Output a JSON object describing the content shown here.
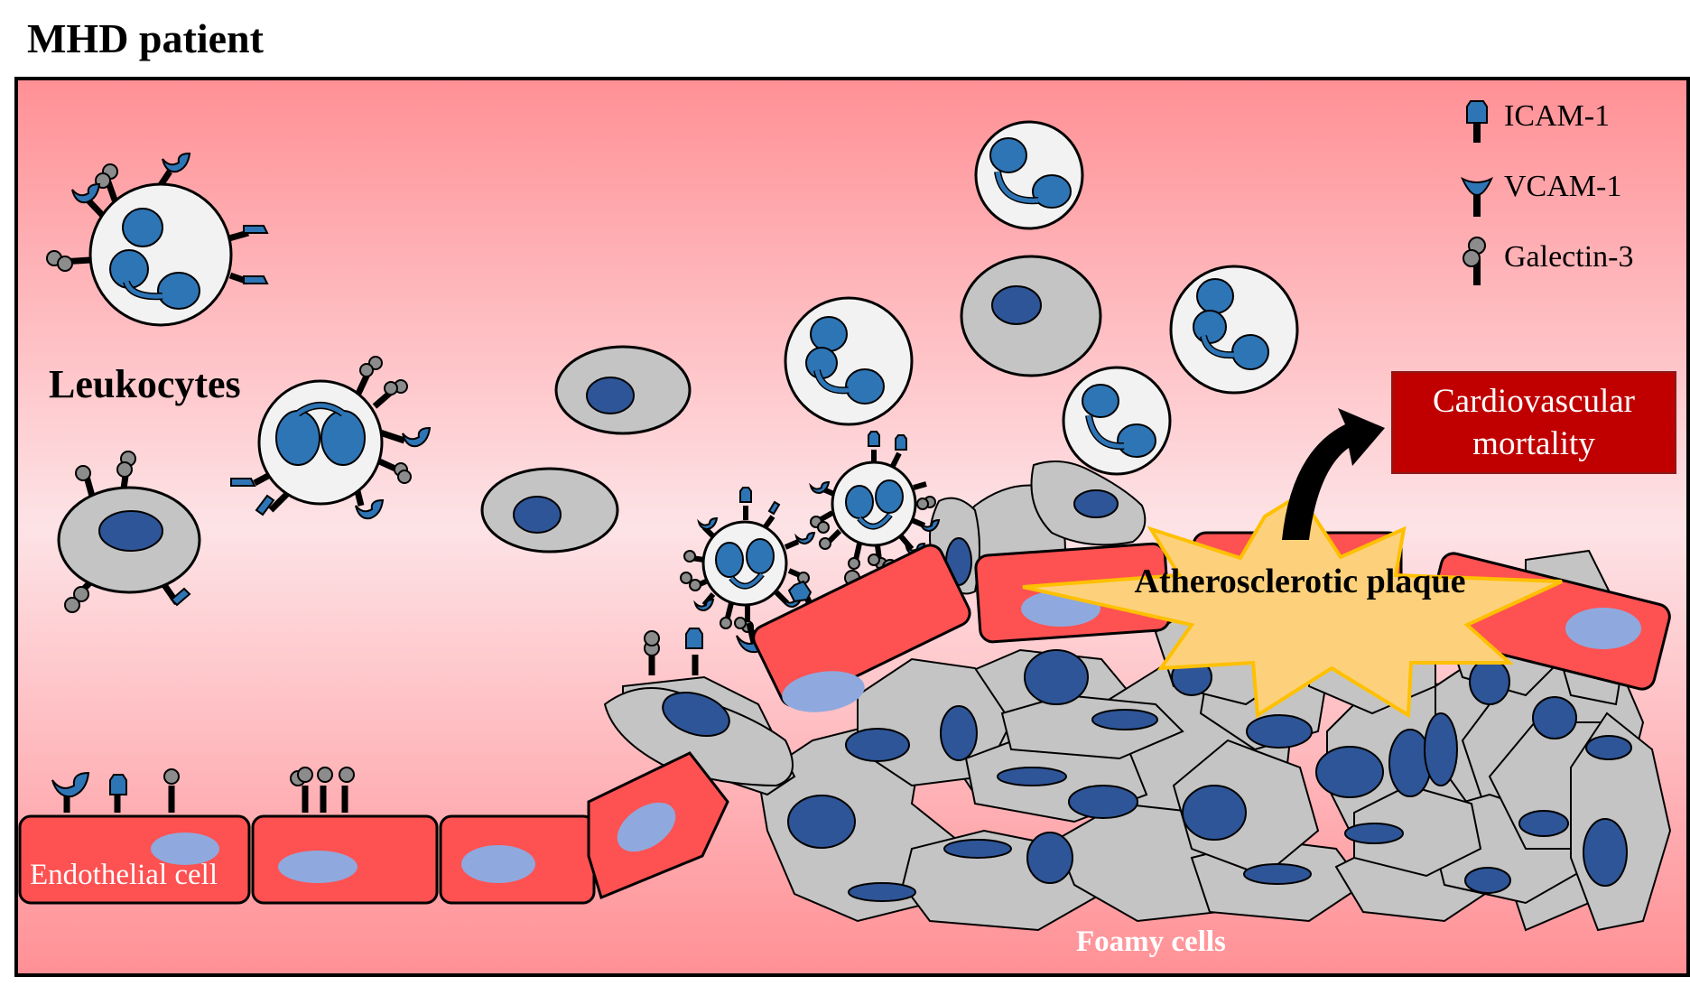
{
  "title": "MHD patient",
  "labels": {
    "leukocytes": "Leukocytes",
    "endothelial_cell": "Endothelial cell",
    "foamy_cells": "Foamy cells",
    "plaque": "Atherosclerotic plaque",
    "outcome": "Cardiovascular mortality"
  },
  "legend": [
    {
      "icon": "icam-1-icon",
      "label": "ICAM-1"
    },
    {
      "icon": "vcam-1-icon",
      "label": "VCAM-1"
    },
    {
      "icon": "galectin-3-icon",
      "label": "Galectin-3"
    }
  ],
  "colors": {
    "vessel_top": "#ff9095",
    "vessel_mid": "#fde3e6",
    "endothelial_cell": "#fe5152",
    "nucleus_light": "#8fa9de",
    "nucleus_dark": "#2e5597",
    "leukocyte_nucleus": "#2e75b6",
    "monocyte_body": "#c4c4c4",
    "plaque_fill": "#fdd17b",
    "plaque_stroke": "#ffc000",
    "outcome_box": "#c00000"
  }
}
